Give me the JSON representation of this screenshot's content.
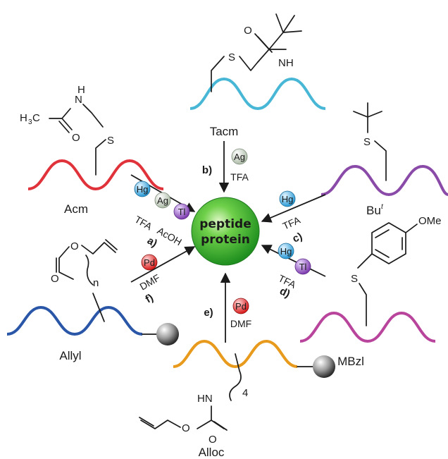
{
  "center": {
    "line1": "peptide",
    "line2": "protein",
    "color": "#33b233"
  },
  "groups": {
    "tacm": "Tacm",
    "acm": "Acm",
    "but": {
      "base": "Bu",
      "sup": "t"
    },
    "allyl": "Allyl",
    "mbzl": "MBzl",
    "alloc": "Alloc"
  },
  "steps": {
    "a": "a)",
    "b": "b)",
    "c": "c)",
    "d": "d)",
    "e": "e)",
    "f": "f)"
  },
  "conditions": {
    "a_upper": "TFA",
    "a_lower": "AcOH",
    "b": "TFA",
    "c": "TFA",
    "d": "TFA",
    "e": "DMF",
    "f": "DMF"
  },
  "metals": {
    "hg": "Hg",
    "ag": "Ag",
    "tl": "Tl",
    "pd": "Pd",
    "colors": {
      "hg": "#2a9ad6",
      "ag": "#c8d2c4",
      "tl": "#8a49b8",
      "pd": "#e0221f"
    }
  },
  "atoms": {
    "S": "S",
    "N": "N",
    "NH": "NH",
    "O": "O",
    "HN": "HN",
    "H3C_H": "H",
    "H3C_3": "3",
    "H3C_C": "C",
    "OMe": "OMe",
    "n": "n",
    "four": "4"
  },
  "wave_colors": {
    "tacm": "#48b7d6",
    "acm": "#e0323a",
    "but": "#8a4aa8",
    "allyl": "#2a56a8",
    "mbzl": "#b8449c",
    "alloc": "#e89a1c"
  }
}
